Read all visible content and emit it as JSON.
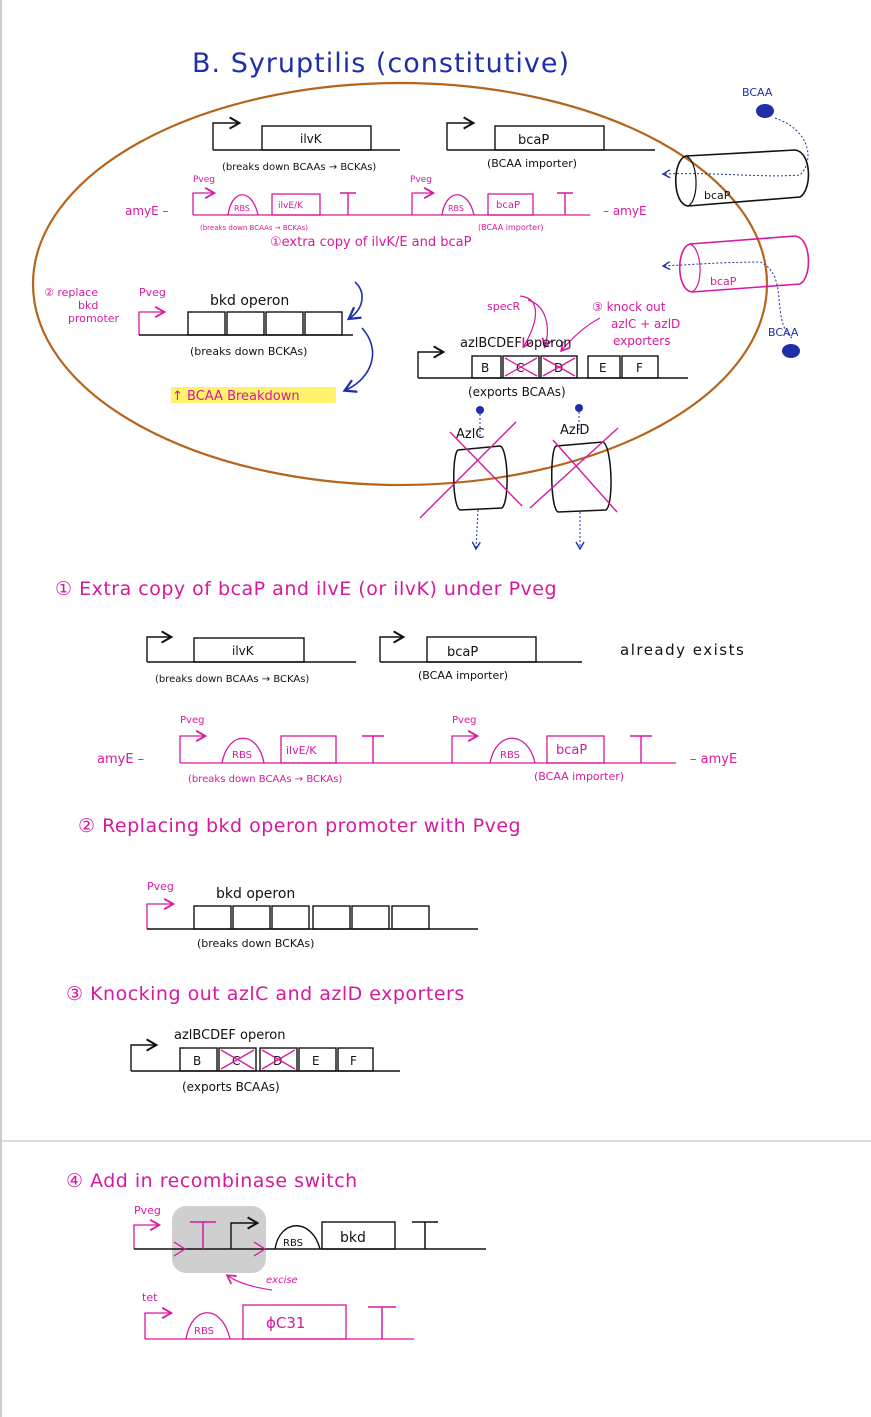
{
  "title": "B. Syruptilis (constitutive)",
  "colors": {
    "ink": "#111111",
    "magenta": "#d6199f",
    "blue": "#1f2fa8",
    "brown": "#b5651d",
    "highlight": "#fff36b",
    "shade": "#cfcfcf"
  },
  "top": {
    "bcaa_label_top": "BCAA",
    "bcaa_label_right": "BCAA",
    "bcap_protein_1": "bcaP",
    "bcap_protein_2": "bcaP",
    "ilvk": "ilvK",
    "ilvk_caption": "(breaks down BCAAs → BCKAs)",
    "bcap_gene": "bcaP",
    "bcap_caption": "(BCAA importer)",
    "amye_left": "amyE –",
    "amye_right": "– amyE",
    "pveg_1": "Pveg",
    "pveg_2": "Pveg",
    "rbs_1": "RBS",
    "rbs_2": "RBS",
    "ilve_k": "ilvE/K",
    "bcap_small": "bcaP",
    "small_caption_1": "(breaks down BCAAs → BCKAs)",
    "small_caption_2": "(BCAA importer)",
    "note_1": "①extra copy of ilvK/E and bcaP",
    "note_2_lines": [
      "② replace",
      "bkd",
      "promoter"
    ],
    "pveg_bkd": "Pveg",
    "bkd_operon": "bkd operon",
    "bkd_caption": "(breaks down BCKAs)",
    "breakdown": "↑ BCAA Breakdown",
    "specr": "specR",
    "note_3_lines": [
      "③ knock out",
      "azlC + azlD",
      "exporters"
    ],
    "azl_operon": "azlBCDEF operon",
    "azl_boxes": [
      "B",
      "C",
      "D",
      "E",
      "F"
    ],
    "azl_caption": "(exports BCAAs)",
    "azlc": "AzlC",
    "azld": "AzlD"
  },
  "section1": {
    "heading": "① Extra copy of bcaP and ilvE (or ilvK) under Pveg",
    "ilvk": "ilvK",
    "ilvk_caption": "(breaks down BCAAs → BCKAs)",
    "bcap": "bcaP",
    "bcap_caption": "(BCAA importer)",
    "already": "already exists",
    "pveg_1": "Pveg",
    "pveg_2": "Pveg",
    "amye_left": "amyE –",
    "amye_right": "– amyE",
    "rbs_1": "RBS",
    "rbs_2": "RBS",
    "ilve_k": "ilvE/K",
    "bcap_2": "bcaP",
    "caption_1": "(breaks down BCAAs → BCKAs)",
    "caption_2": "(BCAA importer)"
  },
  "section2": {
    "heading": "② Replacing bkd operon promoter with Pveg",
    "pveg": "Pveg",
    "bkd_operon": "bkd operon",
    "bkd_caption": "(breaks down BCKAs)"
  },
  "section3": {
    "heading": "③ Knocking out azlC and azlD exporters",
    "azl_operon": "azlBCDEF operon",
    "azl_boxes": [
      "B",
      "C",
      "D",
      "E",
      "F"
    ],
    "azl_caption": "(exports BCAAs)"
  },
  "section4": {
    "heading": "④ Add in recombinase switch",
    "pveg": "Pveg",
    "rbs": "RBS",
    "bkd": "bkd",
    "excise": "excise",
    "tet": "tet",
    "rbs_2": "RBS",
    "phic31": "ϕC31"
  }
}
